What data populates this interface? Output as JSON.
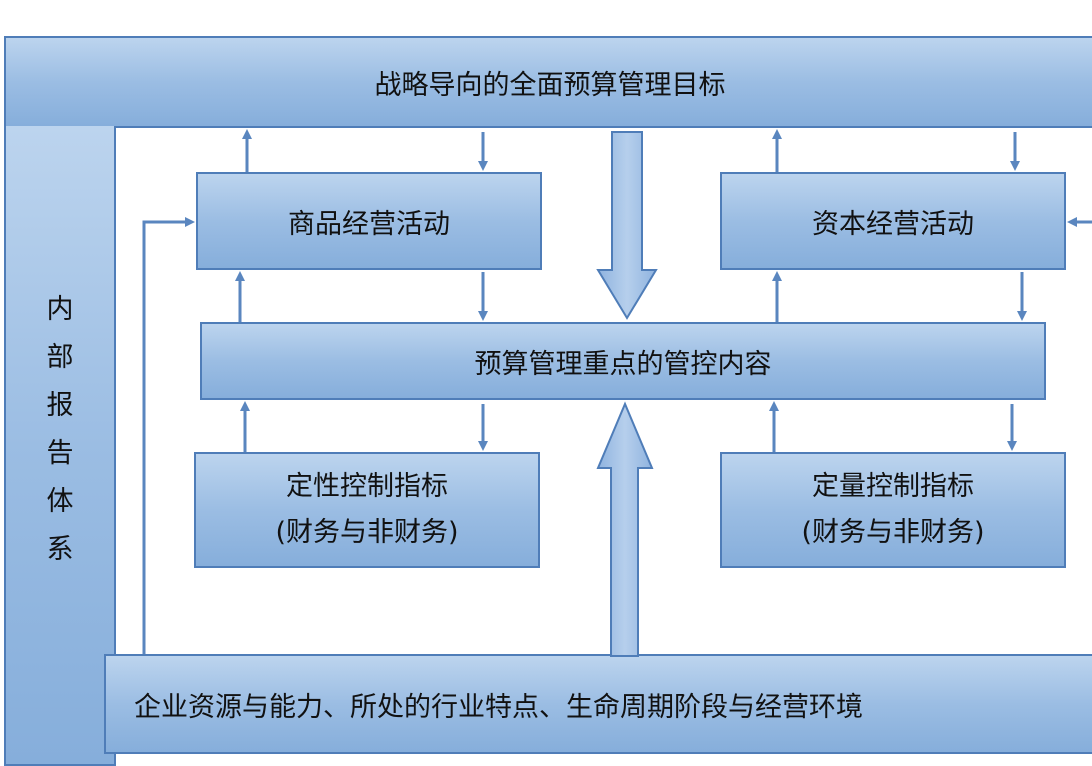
{
  "top": {
    "title": "战略导向的全面预算管理目标"
  },
  "side": {
    "chars": [
      "内",
      "部",
      "报",
      "告",
      "体",
      "系"
    ]
  },
  "goods": {
    "label": "商品经营活动"
  },
  "capital": {
    "label": "资本经营活动"
  },
  "focus": {
    "label": "预算管理重点的管控内容"
  },
  "qualitative": {
    "line1": "定性控制指标",
    "line2": "(财务与非财务)"
  },
  "quantitative": {
    "line1": "定量控制指标",
    "line2": "(财务与非财务)"
  },
  "bottom": {
    "label": "企业资源与能力、所处的行业特点、生命周期阶段与经营环境"
  }
}
